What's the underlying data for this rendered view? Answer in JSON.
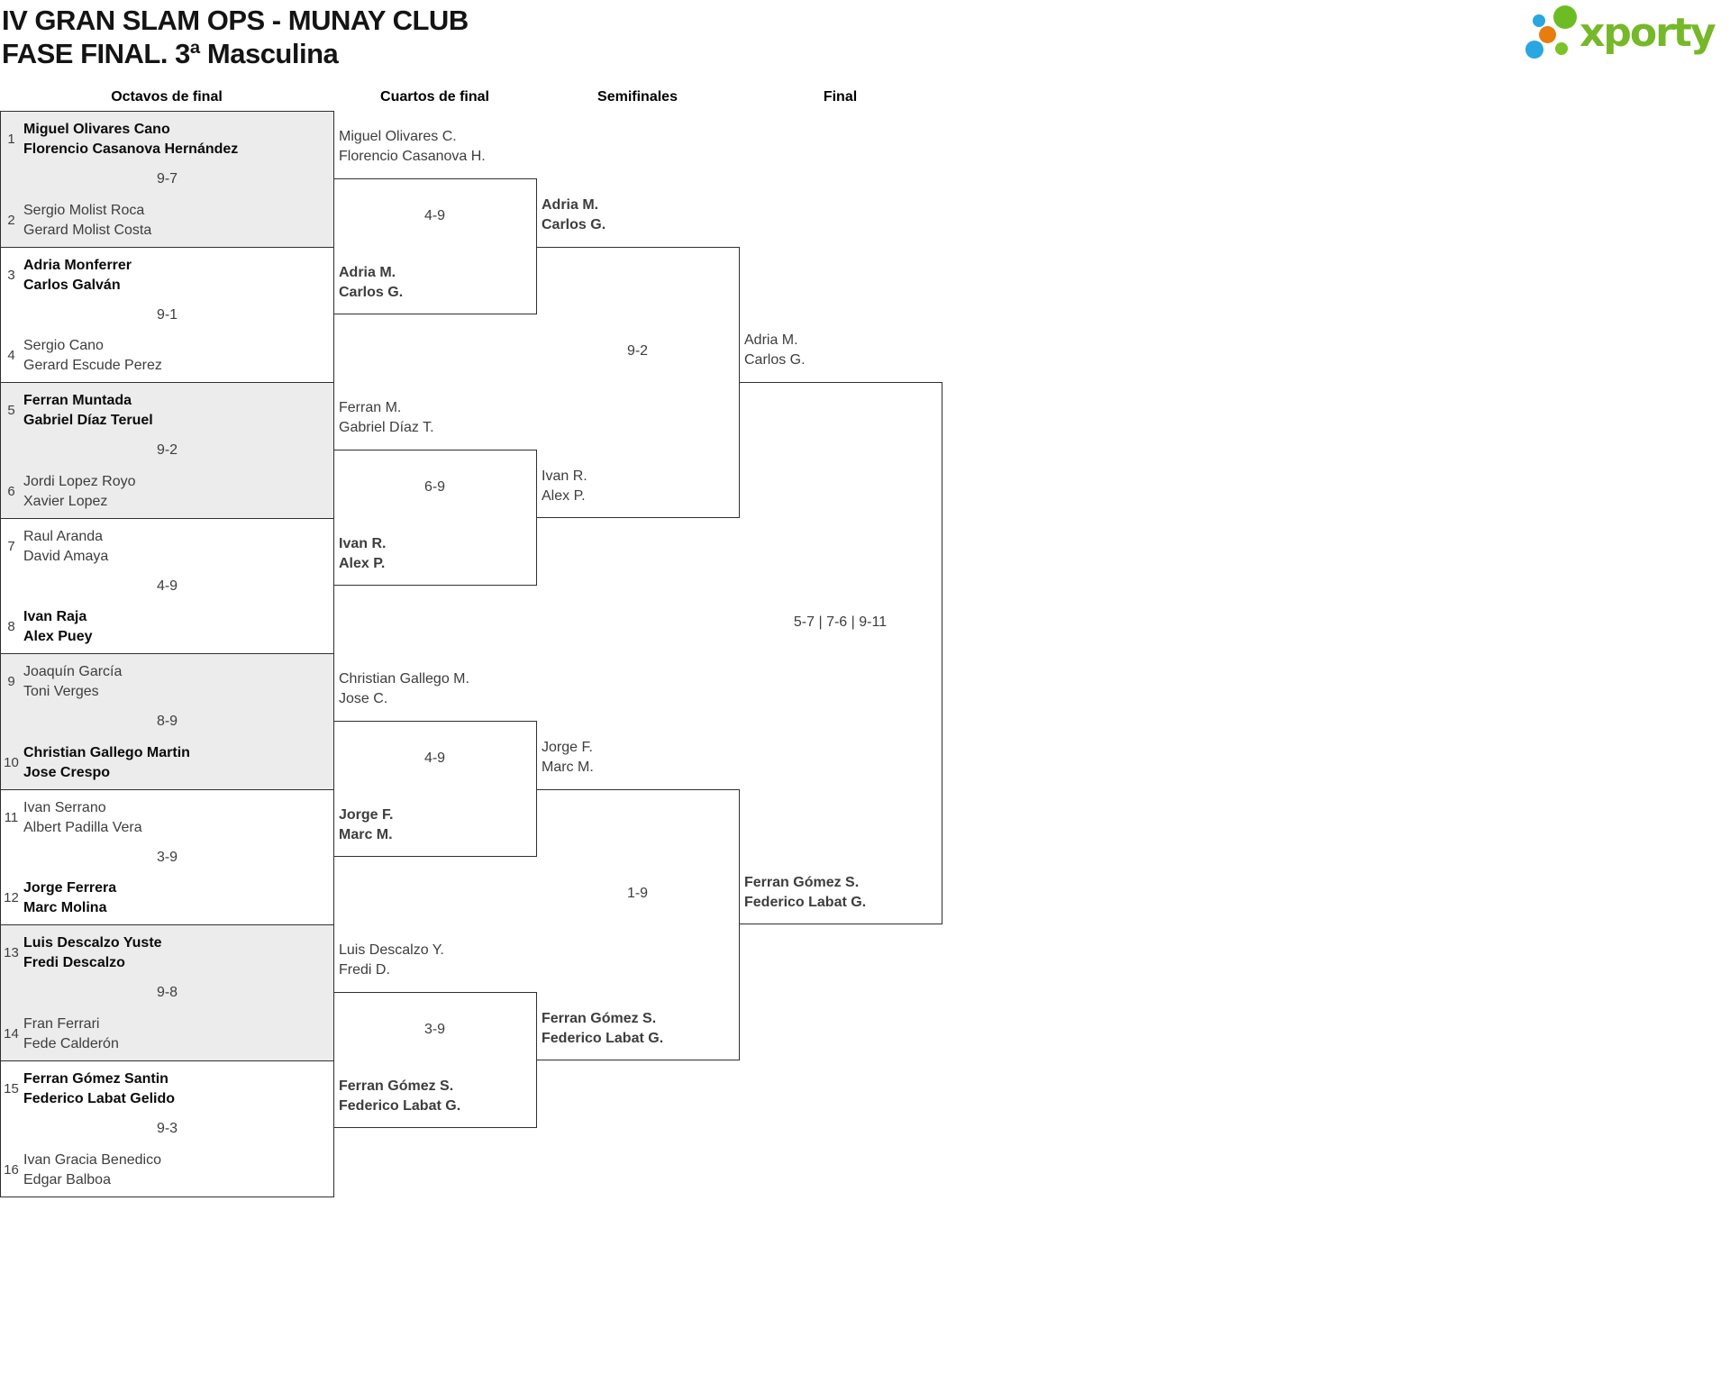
{
  "page": {
    "title_line1": "IV GRAN SLAM OPS - MUNAY CLUB",
    "title_line2": "FASE FINAL. 3ª Masculina"
  },
  "logo": {
    "brand": "xporty",
    "green": "#76b82a",
    "blue": "#29a7e1",
    "orange": "#e87d0d"
  },
  "columns": [
    "Octavos de final",
    "Cuartos de final",
    "Semifinales",
    "Final"
  ],
  "styles": {
    "shaded_row_bg": "#ececec",
    "line_color": "#2f2f2f",
    "winner_text": "#0b0b0b",
    "regular_text": "#3d3d3d"
  },
  "bracket": {
    "octavos": [
      {
        "seed_top": "1",
        "team_top": [
          "Miguel Olivares Cano",
          "Florencio Casanova Hernández"
        ],
        "top_winner": true,
        "score": "9-7",
        "seed_bottom": "2",
        "team_bottom": [
          "Sergio Molist Roca",
          "Gerard Molist Costa"
        ],
        "bottom_winner": false
      },
      {
        "seed_top": "3",
        "team_top": [
          "Adria Monferrer",
          "Carlos Galván"
        ],
        "top_winner": true,
        "score": "9-1",
        "seed_bottom": "4",
        "team_bottom": [
          "Sergio Cano",
          "Gerard Escude Perez"
        ],
        "bottom_winner": false
      },
      {
        "seed_top": "5",
        "team_top": [
          "Ferran Muntada",
          "Gabriel Díaz Teruel"
        ],
        "top_winner": true,
        "score": "9-2",
        "seed_bottom": "6",
        "team_bottom": [
          "Jordi Lopez Royo",
          "Xavier Lopez"
        ],
        "bottom_winner": false
      },
      {
        "seed_top": "7",
        "team_top": [
          "Raul Aranda",
          "David Amaya"
        ],
        "top_winner": false,
        "score": "4-9",
        "seed_bottom": "8",
        "team_bottom": [
          "Ivan Raja",
          "Alex Puey"
        ],
        "bottom_winner": true
      },
      {
        "seed_top": "9",
        "team_top": [
          "Joaquín García",
          "Toni Verges"
        ],
        "top_winner": false,
        "score": "8-9",
        "seed_bottom": "10",
        "team_bottom": [
          "Christian Gallego Martin",
          "Jose Crespo"
        ],
        "bottom_winner": true
      },
      {
        "seed_top": "11",
        "team_top": [
          "Ivan Serrano",
          "Albert Padilla Vera"
        ],
        "top_winner": false,
        "score": "3-9",
        "seed_bottom": "12",
        "team_bottom": [
          "Jorge Ferrera",
          "Marc Molina"
        ],
        "bottom_winner": true
      },
      {
        "seed_top": "13",
        "team_top": [
          "Luis Descalzo Yuste",
          "Fredi Descalzo"
        ],
        "top_winner": true,
        "score": "9-8",
        "seed_bottom": "14",
        "team_bottom": [
          "Fran Ferrari",
          "Fede Calderón"
        ],
        "bottom_winner": false
      },
      {
        "seed_top": "15",
        "team_top": [
          "Ferran Gómez Santin",
          "Federico Labat Gelido"
        ],
        "top_winner": true,
        "score": "9-3",
        "seed_bottom": "16",
        "team_bottom": [
          "Ivan Gracia Benedico",
          "Edgar Balboa"
        ],
        "bottom_winner": false
      }
    ],
    "cuartos": [
      {
        "team_top": [
          "Miguel Olivares C.",
          "Florencio Casanova H."
        ],
        "top_winner": false,
        "score": "4-9",
        "team_bottom": [
          "Adria M.",
          "Carlos G."
        ],
        "bottom_winner": true
      },
      {
        "team_top": [
          "Ferran M.",
          "Gabriel Díaz T."
        ],
        "top_winner": false,
        "score": "6-9",
        "team_bottom": [
          "Ivan R.",
          "Alex P."
        ],
        "bottom_winner": true
      },
      {
        "team_top": [
          "Christian Gallego M.",
          "Jose C."
        ],
        "top_winner": false,
        "score": "4-9",
        "team_bottom": [
          "Jorge F.",
          "Marc M."
        ],
        "bottom_winner": true
      },
      {
        "team_top": [
          "Luis Descalzo Y.",
          "Fredi D."
        ],
        "top_winner": false,
        "score": "3-9",
        "team_bottom": [
          "Ferran Gómez S.",
          "Federico Labat G."
        ],
        "bottom_winner": true
      }
    ],
    "semifinales": [
      {
        "team_top": [
          "Adria M.",
          "Carlos G."
        ],
        "top_winner": true,
        "score": "9-2",
        "team_bottom": [
          "Ivan R.",
          "Alex P."
        ],
        "bottom_winner": false
      },
      {
        "team_top": [
          "Jorge F.",
          "Marc M."
        ],
        "top_winner": false,
        "score": "1-9",
        "team_bottom": [
          "Ferran Gómez S.",
          "Federico Labat G."
        ],
        "bottom_winner": true
      }
    ],
    "final_match": {
      "team_top": [
        "Adria M.",
        "Carlos G."
      ],
      "top_winner": false,
      "score": "5-7 | 7-6 | 9-11",
      "team_bottom": [
        "Ferran Gómez S.",
        "Federico Labat G."
      ],
      "bottom_winner": true
    }
  }
}
